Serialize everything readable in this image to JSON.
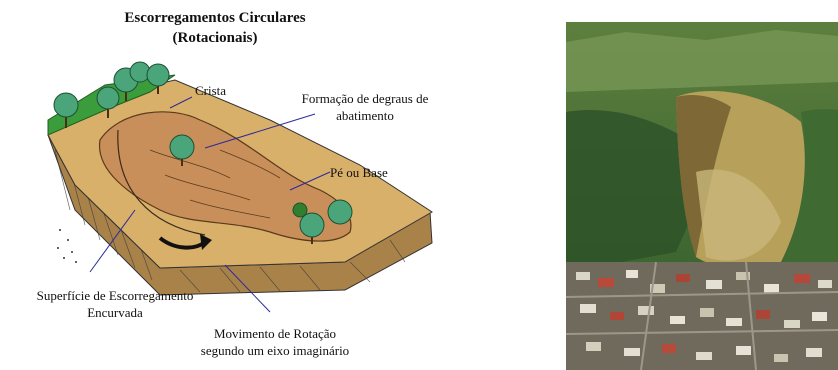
{
  "title": {
    "line1": "Escorregamentos Circulares",
    "line2": "(Rotacionais)"
  },
  "labels": {
    "crista": "Crista",
    "degraus_line1": "Formação de degraus de",
    "degraus_line2": "abatimento",
    "pe_base": "Pé ou Base",
    "superficie_line1": "Superfície de Escorregamento",
    "superficie_line2": "Encurvada",
    "movimento_line1": "Movimento de Rotação",
    "movimento_line2": "segundo um eixo imaginário"
  },
  "colors": {
    "soil_top": "#d8b06a",
    "soil_side": "#b58a4d",
    "slide_mass": "#c98f5a",
    "grass": "#3a9c3a",
    "tree": "#4aa57a",
    "pointer": "#2a2a9a"
  }
}
